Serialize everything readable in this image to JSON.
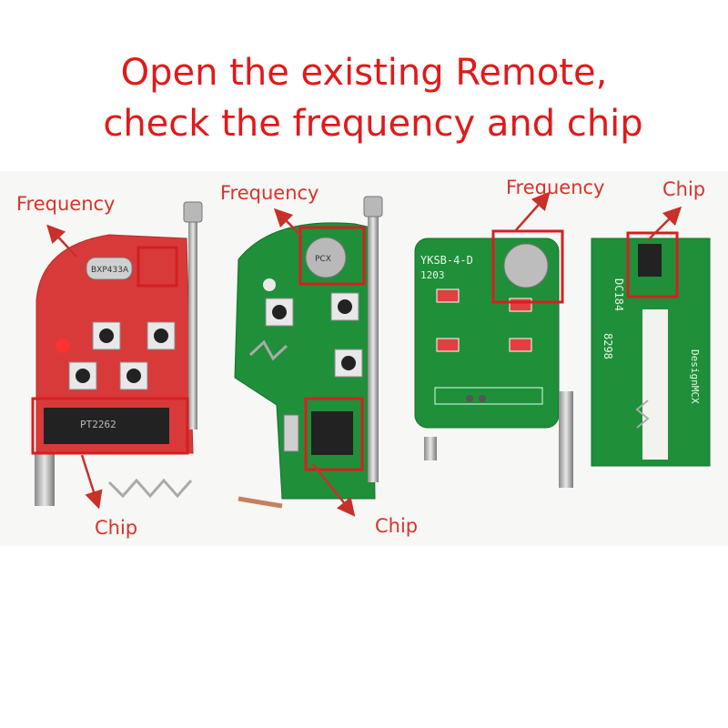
{
  "heading": {
    "line1": "Open the existing Remote,",
    "line2": "check the frequency and chip"
  },
  "labels": {
    "frequency_1": "Frequency",
    "frequency_2": "Frequency",
    "frequency_3": "Frequency",
    "chip_1": "Chip",
    "chip_2": "Chip",
    "chip_3": "Chip"
  },
  "board_markings": {
    "board1_crystal": "BXP433A",
    "board1_chip": "PT2262",
    "board2_crystal": "PCX",
    "board3_model": "YKSB-4-D",
    "board3_num": "1203",
    "board4_a": "DC184",
    "board4_b": "8298",
    "board4_c": "DesignMCX"
  },
  "colors": {
    "title": "#e01a1a",
    "label": "#d8332a",
    "highlight_box": "#d42020",
    "pcb_red": "#d83a3a",
    "pcb_green": "#1f8f3a"
  }
}
